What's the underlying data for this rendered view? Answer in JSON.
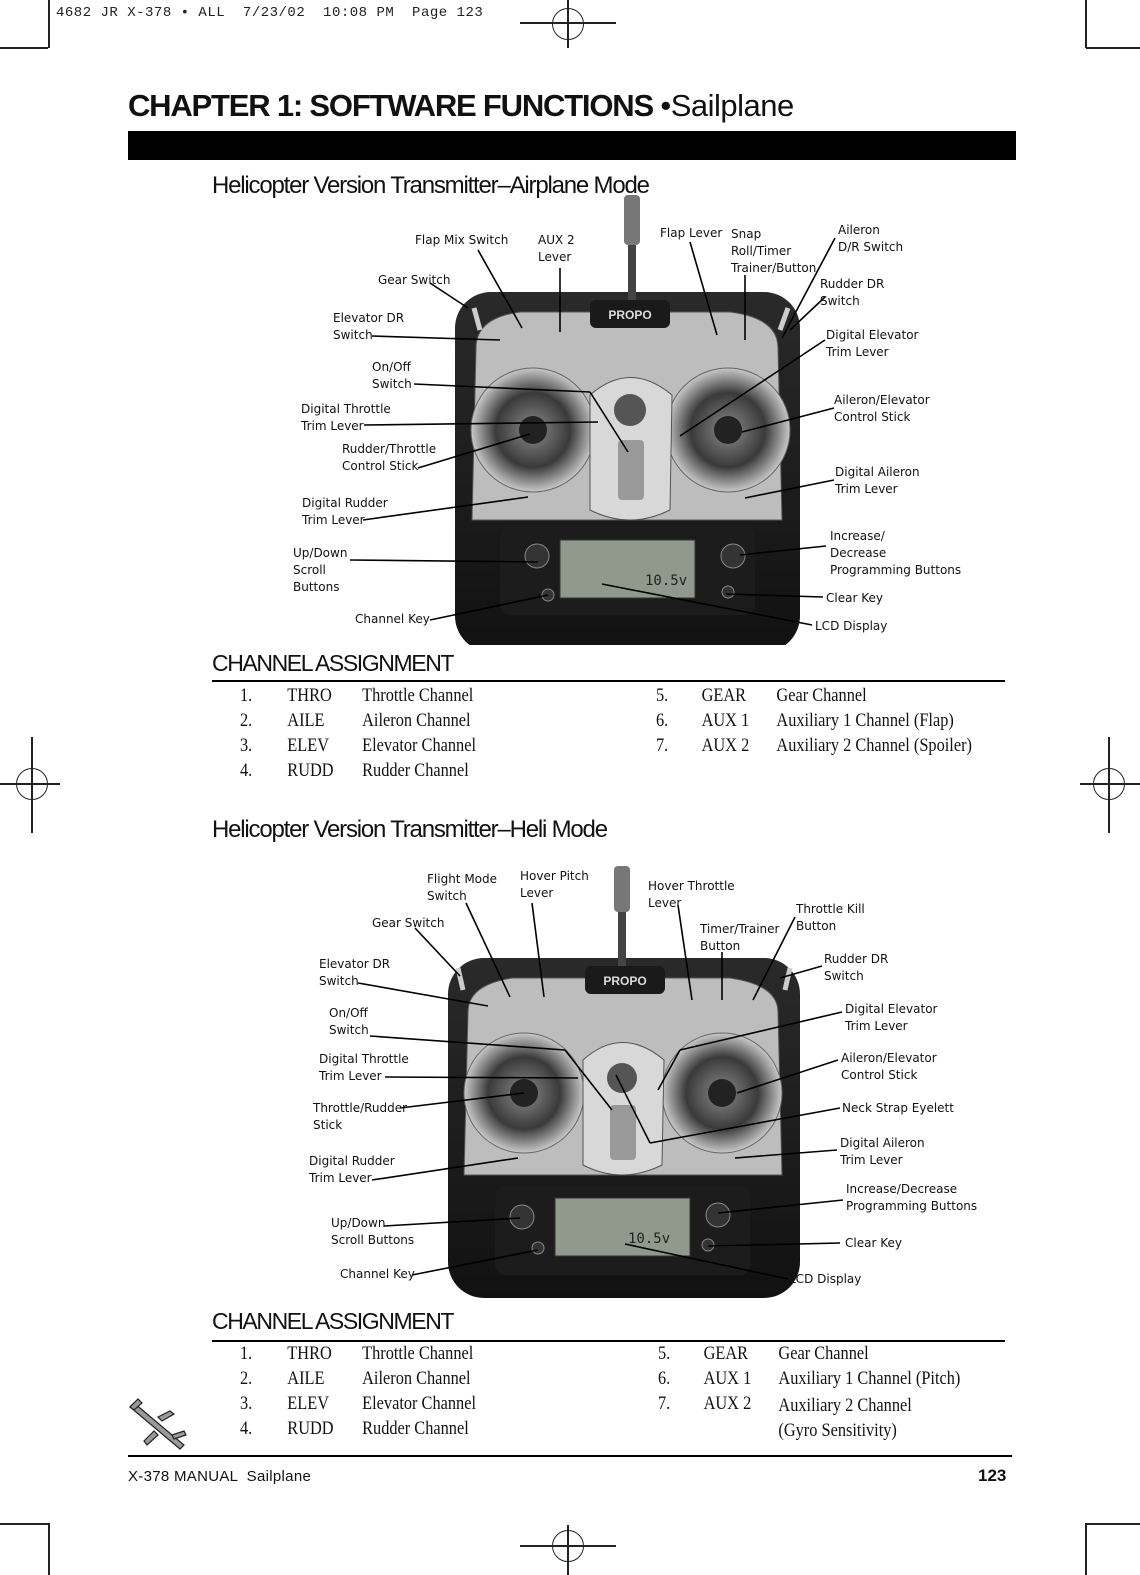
{
  "slug": "4682 JR X-378 • ALL  7/23/02  10:08 PM  Page 123",
  "chapter": {
    "title": "CHAPTER 1: SOFTWARE FUNCTIONS",
    "separator": "•",
    "subtitle": "Sailplane"
  },
  "figure1": {
    "title": "Helicopter Version Transmitter–Airplane Mode",
    "brand": "PROPO",
    "lcd_readout": "10.5v",
    "labels": {
      "flap_mix_switch": "Flap Mix Switch",
      "aux2_lever": "AUX 2\nLever",
      "flap_lever": "Flap Lever",
      "snap_roll": "Snap\nRoll/Timer\nTrainer/Button",
      "aileron_dr": "Aileron\nD/R Switch",
      "gear_switch": "Gear Switch",
      "rudder_dr": "Rudder DR\nSwitch",
      "elevator_dr": "Elevator DR\nSwitch",
      "digital_elevator_trim": "Digital Elevator\nTrim Lever",
      "on_off": "On/Off\nSwitch",
      "aileron_elevator_stick": "Aileron/Elevator\nControl Stick",
      "digital_throttle_trim": "Digital Throttle\nTrim Lever",
      "rudder_throttle_stick": "Rudder/Throttle\nControl Stick",
      "digital_aileron_trim": "Digital Aileron\nTrim Lever",
      "digital_rudder_trim": "Digital Rudder\nTrim Lever",
      "increase_decrease": "Increase/\nDecrease\nProgramming Buttons",
      "up_down": "Up/Down\nScroll\nButtons",
      "clear_key": "Clear Key",
      "channel_key": "Channel Key",
      "lcd_display": "LCD Display"
    }
  },
  "assignment1": {
    "title": "CHANNEL ASSIGNMENT",
    "rows": [
      {
        "num": "1.",
        "code": "THRO",
        "name": "Throttle Channel"
      },
      {
        "num": "2.",
        "code": "AILE",
        "name": "Aileron Channel"
      },
      {
        "num": "3.",
        "code": "ELEV",
        "name": "Elevator Channel"
      },
      {
        "num": "4.",
        "code": "RUDD",
        "name": "Rudder Channel"
      },
      {
        "num": "5.",
        "code": "GEAR",
        "name": "Gear Channel"
      },
      {
        "num": "6.",
        "code": "AUX 1",
        "name": "Auxiliary 1 Channel (Flap)"
      },
      {
        "num": "7.",
        "code": "AUX 2",
        "name": "Auxiliary 2 Channel (Spoiler)"
      }
    ]
  },
  "figure2": {
    "title": "Helicopter Version Transmitter–Heli Mode",
    "brand": "PROPO",
    "lcd_readout": "10.5v",
    "labels": {
      "flight_mode": "Flight Mode\nSwitch",
      "hover_pitch": "Hover Pitch\nLever",
      "hover_throttle": "Hover Throttle\nLever",
      "throttle_kill": "Throttle Kill\nButton",
      "gear_switch": "Gear Switch",
      "timer_trainer": "Timer/Trainer\nButton",
      "rudder_dr": "Rudder DR\nSwitch",
      "elevator_dr": "Elevator DR\nSwitch",
      "digital_elevator_trim": "Digital Elevator\nTrim Lever",
      "on_off": "On/Off\nSwitch",
      "aileron_elevator_stick": "Aileron/Elevator\nControl Stick",
      "digital_throttle_trim": "Digital Throttle\nTrim Lever",
      "neck_strap": "Neck Strap Eyelett",
      "throttle_rudder_stick": "Throttle/Rudder\nStick",
      "digital_aileron_trim": "Digital Aileron\nTrim Lever",
      "digital_rudder_trim": "Digital Rudder\nTrim Lever",
      "increase_decrease": "Increase/Decrease\nProgramming Buttons",
      "up_down": "Up/Down\nScroll Buttons",
      "clear_key": "Clear Key",
      "channel_key": "Channel Key",
      "lcd_display": "LCD Display"
    }
  },
  "assignment2": {
    "title": "CHANNEL ASSIGNMENT",
    "rows": [
      {
        "num": "1.",
        "code": "THRO",
        "name": "Throttle Channel"
      },
      {
        "num": "2.",
        "code": "AILE",
        "name": "Aileron Channel"
      },
      {
        "num": "3.",
        "code": "ELEV",
        "name": "Elevator Channel"
      },
      {
        "num": "4.",
        "code": "RUDD",
        "name": "Rudder Channel"
      },
      {
        "num": "5.",
        "code": "GEAR",
        "name": "Gear Channel"
      },
      {
        "num": "6.",
        "code": "AUX 1",
        "name": "Auxiliary 1 Channel (Pitch)"
      },
      {
        "num": "7.",
        "code": "AUX 2",
        "name": "Auxiliary 2 Channel\n(Gyro Sensitivity)"
      }
    ]
  },
  "footer": {
    "left": "X-378 MANUAL  Sailplane",
    "page": "123"
  }
}
